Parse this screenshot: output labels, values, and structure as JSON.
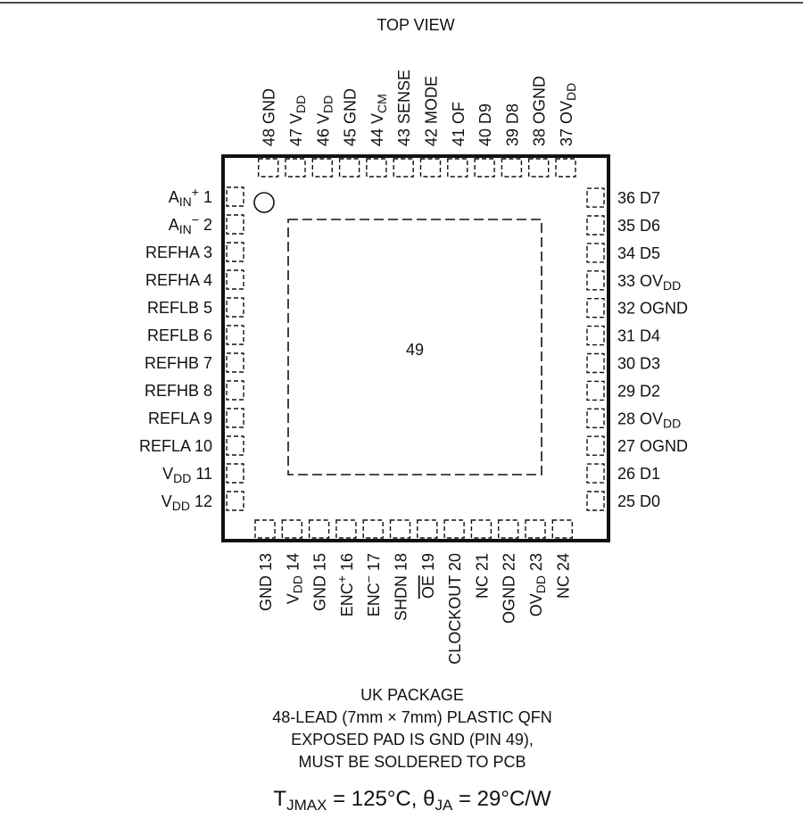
{
  "view_label": "TOP VIEW",
  "exposed_pad_label": "49",
  "pins": {
    "left": [
      {
        "main": "A",
        "sub": "IN",
        "sup": "+",
        "tail": " 1"
      },
      {
        "main": "A",
        "sub": "IN",
        "sup": "−",
        "tail": " 2"
      },
      {
        "main": "REFHA 3"
      },
      {
        "main": "REFHA 4"
      },
      {
        "main": "REFLB 5"
      },
      {
        "main": "REFLB 6"
      },
      {
        "main": "REFHB 7"
      },
      {
        "main": "REFHB 8"
      },
      {
        "main": "REFLA 9"
      },
      {
        "main": "REFLA 10"
      },
      {
        "main": "V",
        "sub": "DD",
        "tail": " 11"
      },
      {
        "main": "V",
        "sub": "DD",
        "tail": " 12"
      }
    ],
    "bottom": [
      {
        "main": "GND 13"
      },
      {
        "main": "V",
        "sub": "DD",
        "tail": " 14"
      },
      {
        "main": "GND 15"
      },
      {
        "main": "ENC",
        "sup": "+",
        "tail": " 16"
      },
      {
        "main": "ENC",
        "sup": "−",
        "tail": " 17"
      },
      {
        "main": "SHDN 18"
      },
      {
        "main": "OE",
        "over": true,
        "tail": " 19"
      },
      {
        "main": "CLOCKOUT 20"
      },
      {
        "main": "NC 21"
      },
      {
        "main": "OGND 22"
      },
      {
        "main": "OV",
        "sub": "DD",
        "tail": " 23"
      },
      {
        "main": "NC 24"
      }
    ],
    "right": [
      {
        "main": "25 D0"
      },
      {
        "main": "26 D1"
      },
      {
        "main": "27 OGND"
      },
      {
        "main": "28 OV",
        "sub": "DD"
      },
      {
        "main": "29 D2"
      },
      {
        "main": "30 D3"
      },
      {
        "main": "31 D4"
      },
      {
        "main": "32 OGND"
      },
      {
        "main": "33 OV",
        "sub": "DD"
      },
      {
        "main": "34 D5"
      },
      {
        "main": "35 D6"
      },
      {
        "main": "36 D7"
      }
    ],
    "top": [
      {
        "main": "37 OV",
        "sub": "DD"
      },
      {
        "main": "38 OGND"
      },
      {
        "main": "39 D8"
      },
      {
        "main": "40 D9"
      },
      {
        "main": "41 OF"
      },
      {
        "main": "42 MODE"
      },
      {
        "main": "43 SENSE"
      },
      {
        "main": "44 V",
        "sub": "CM"
      },
      {
        "main": "45 GND"
      },
      {
        "main": "46 V",
        "sub": "DD"
      },
      {
        "main": "47 V",
        "sub": "DD"
      },
      {
        "main": "48 GND"
      }
    ]
  },
  "footer": [
    "UK PACKAGE",
    "48-LEAD (7mm × 7mm) PLASTIC QFN",
    "EXPOSED PAD IS GND (PIN 49),",
    "MUST BE SOLDERED TO PCB"
  ],
  "thermal": {
    "tj_symbol": "T",
    "tj_sub": "JMAX",
    "tj_value": " = 125°C, ",
    "theta_symbol": "θ",
    "theta_sub": "JA",
    "theta_value": " = 29°C/W"
  }
}
